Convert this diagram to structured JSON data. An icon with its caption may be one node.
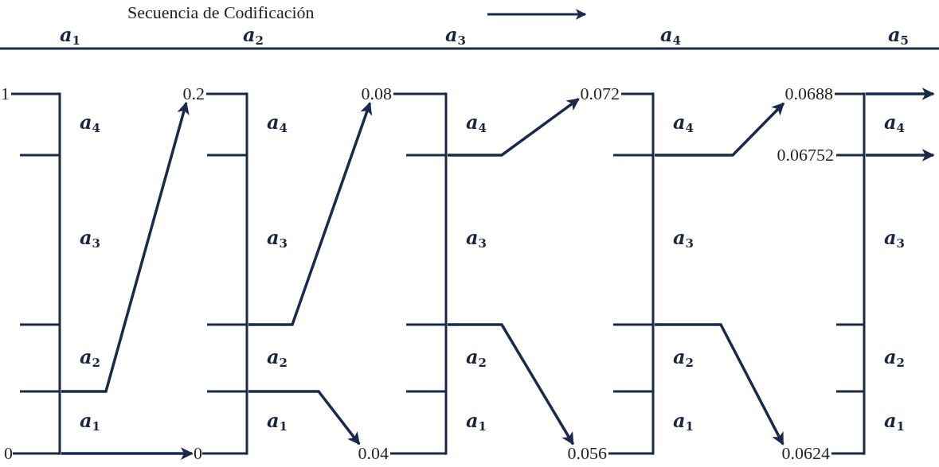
{
  "diagram": {
    "title": "Secuencia de Codificación",
    "nodes": [
      {
        "text": [
          "0"
        ]
      },
      {
        "text": [
          "0.2"
        ]
      },
      {
        "text": [
          "0"
        ]
      },
      {
        "text": [
          "0.08"
        ]
      },
      {
        "text": [
          "0.04"
        ]
      },
      {
        "text": [
          "0.072"
        ]
      },
      {
        "text": [
          "0.056"
        ]
      },
      {
        "text": [
          "0.0688"
        ]
      },
      {
        "text": [
          "0.06752"
        ]
      },
      {
        "text": [
          "0.0624"
        ]
      },
      {
        "text": [],
        "shape": "bar"
      },
      {
        "text": [],
        "shape": "bar"
      },
      {
        "text": [],
        "shape": "bar"
      },
      {
        "text": [],
        "shape": "bar"
      },
      {
        "text": [],
        "shape": "bar"
      }
    ],
    "edges": [
      {
        "from": 10,
        "to": 1,
        "arrow": "to"
      },
      {
        "from": 10,
        "to": 2,
        "arrow": "to"
      },
      {
        "from": 11,
        "to": 3,
        "arrow": "to"
      },
      {
        "from": 11,
        "to": 4,
        "arrow": "to"
      },
      {
        "from": 12,
        "to": 5,
        "arrow": "to"
      },
      {
        "from": 12,
        "to": 6,
        "arrow": "to"
      },
      {
        "from": 13,
        "to": 7,
        "arrow": "to"
      },
      {
        "from": 13,
        "to": 9,
        "arrow": "to"
      },
      {
        "from": 14,
        "to": null,
        "arrow": "to"
      },
      {
        "from": 14,
        "to": null,
        "arrow": "to"
      }
    ],
    "labels": [
      "a$_{1}$",
      "a$_{2}$",
      "a$_{3}$",
      "a$_{4}$",
      "a$_{5}$",
      "1",
      "a$_{4}$",
      "a$_{4}$",
      "a$_{4}$",
      "a$_{4}$",
      "a$_{4}$",
      "a$_{3}$",
      "a$_{3}$",
      "a$_{3}$",
      "a$_{3}$",
      "a$_{3}$",
      "a$_{2}$",
      "a$_{2}$",
      "a$_{2}$",
      "a$_{2}$",
      "a$_{2}$",
      "a$_{1}$",
      "a$_{1}$",
      "a$_{1}$",
      "a$_{1}$",
      "a$_{1}$"
    ]
  }
}
